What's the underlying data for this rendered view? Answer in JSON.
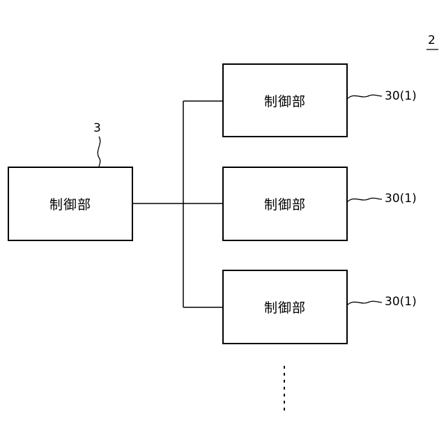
{
  "figure": {
    "figure_number": "2",
    "main_controller": {
      "label": "制御部",
      "ref": "3"
    },
    "sub_controllers": [
      {
        "label": "制御部",
        "ref": "30(1)"
      },
      {
        "label": "制御部",
        "ref": "30(1)"
      },
      {
        "label": "制御部",
        "ref": "30(1)"
      }
    ],
    "continuation": "⋮"
  }
}
